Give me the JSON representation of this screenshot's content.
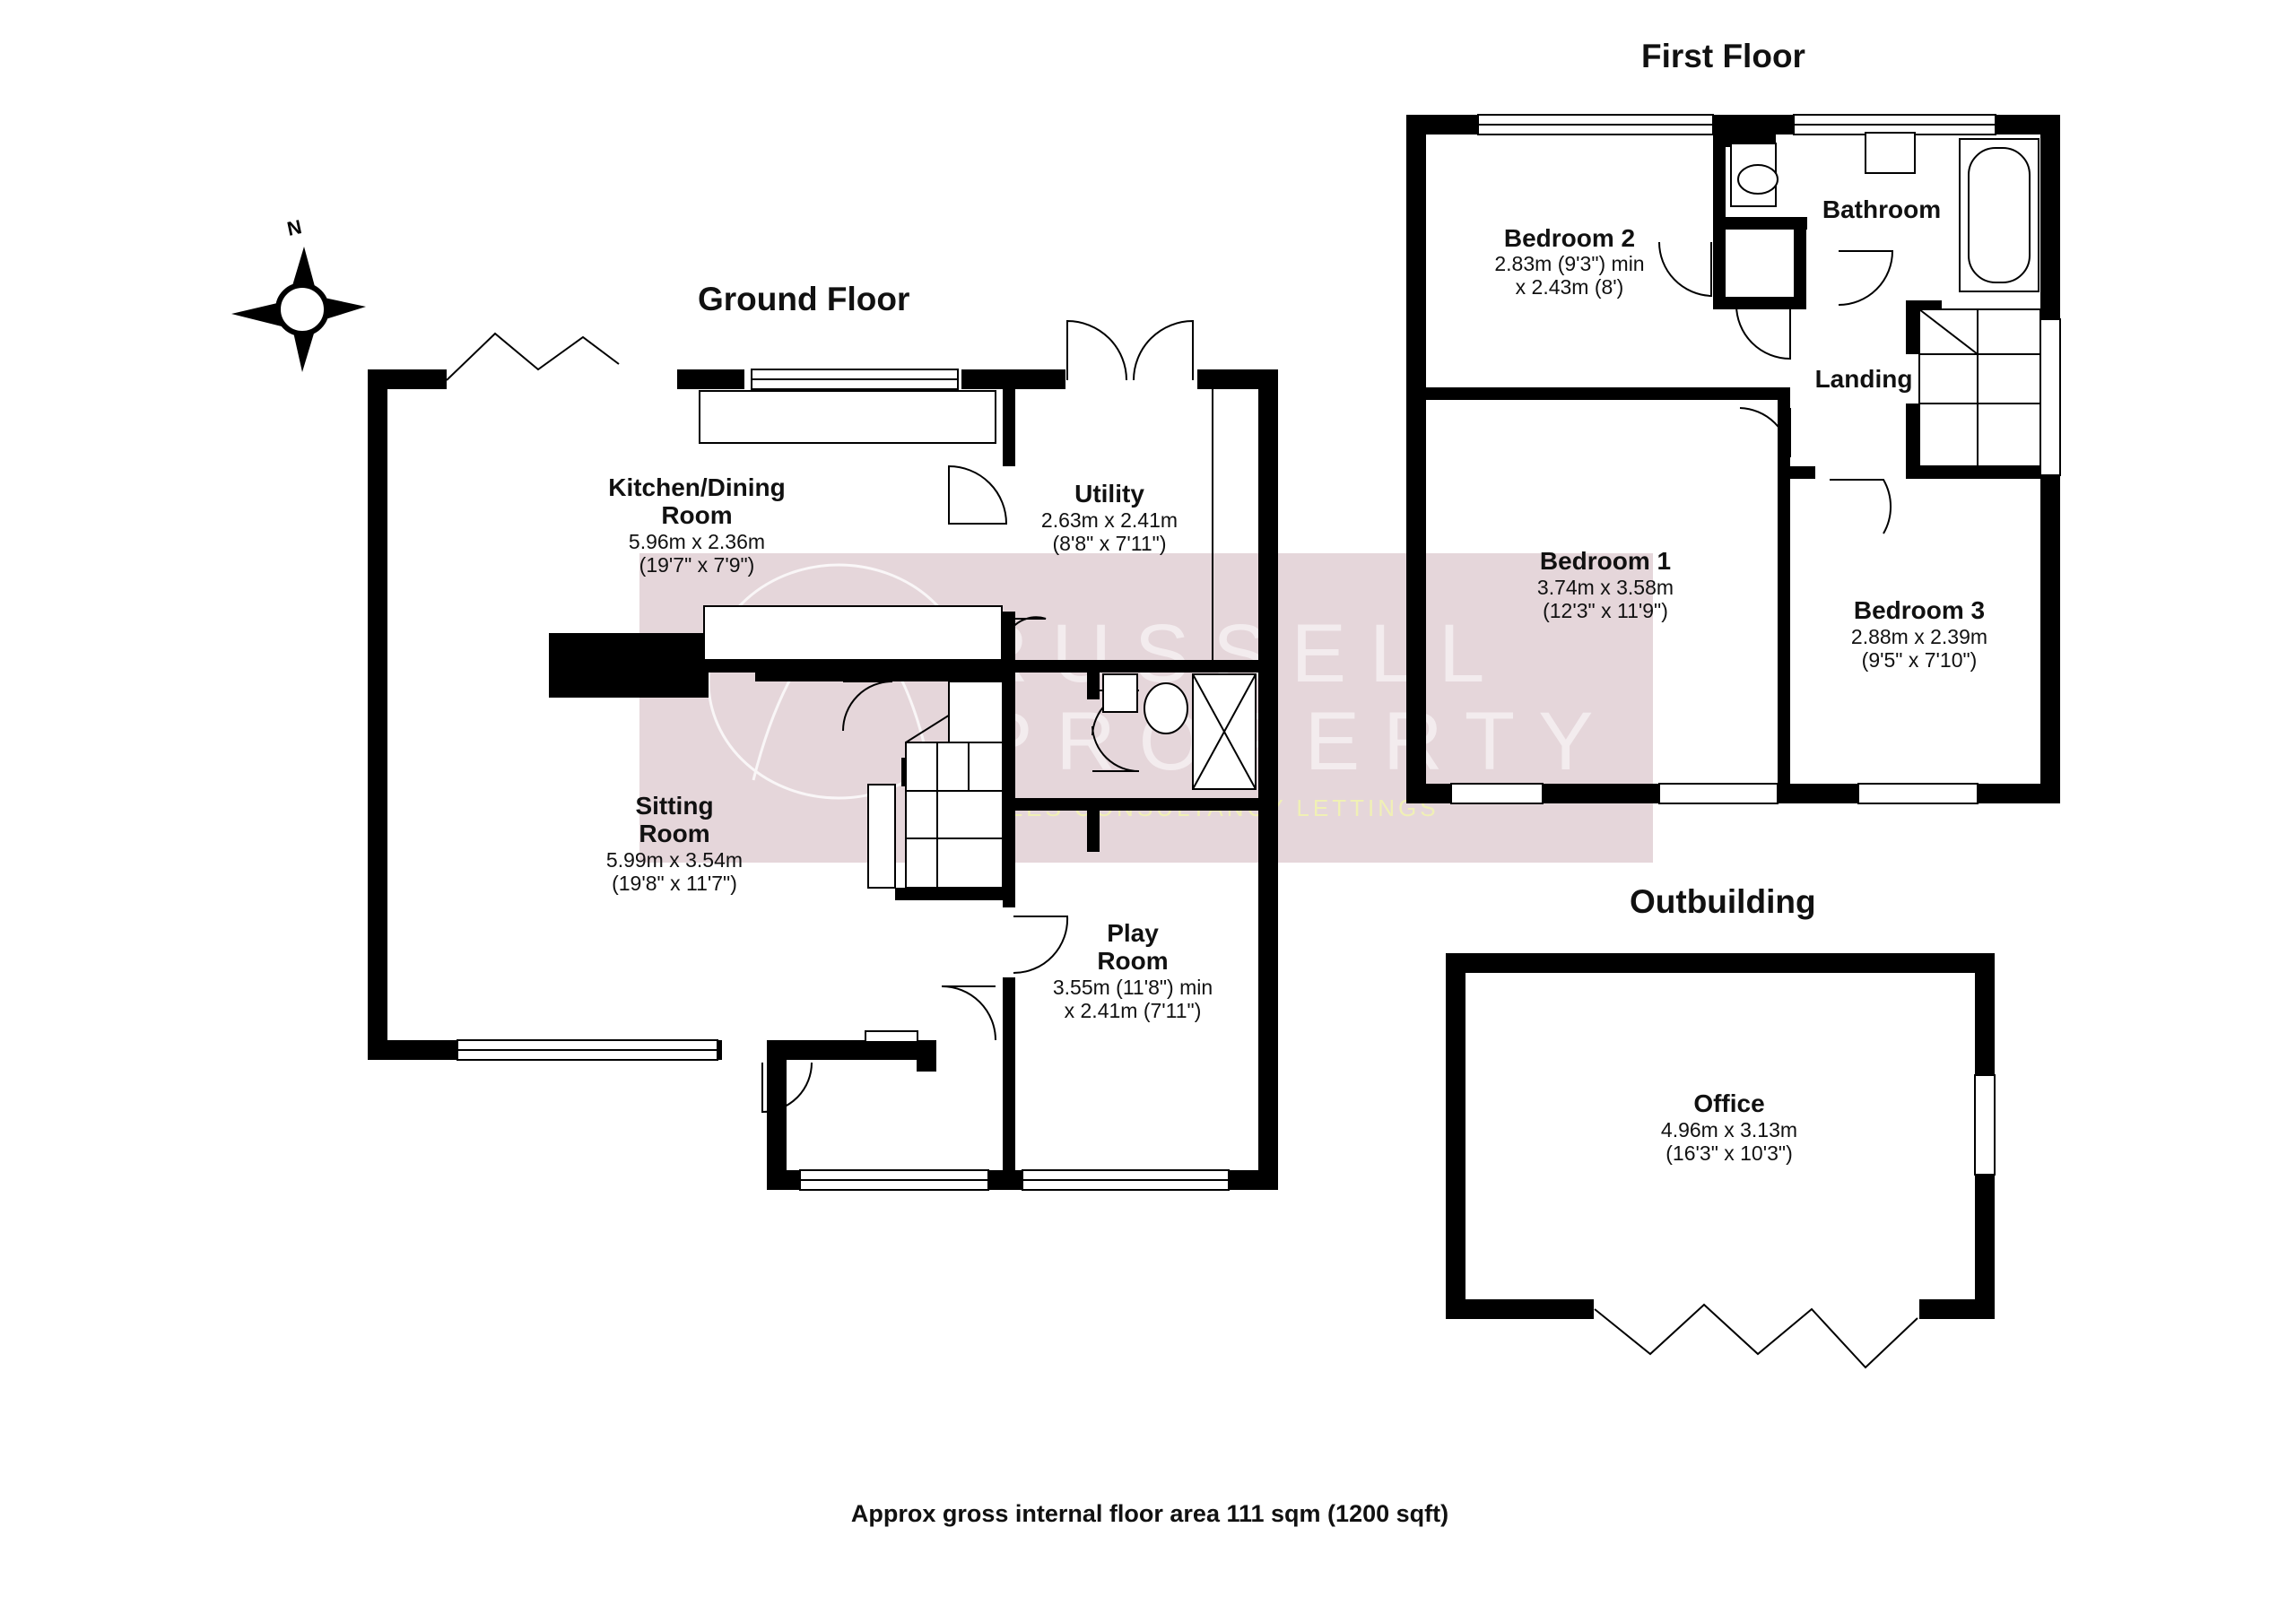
{
  "headings": {
    "ground_floor": "Ground Floor",
    "first_floor": "First Floor",
    "outbuilding": "Outbuilding"
  },
  "compass": {
    "north": "N"
  },
  "rooms": {
    "kitchen": {
      "name_1": "Kitchen/Dining",
      "name_2": "Room",
      "dim_m": "5.96m x 2.36m",
      "dim_ft": "(19'7\" x 7'9\")"
    },
    "utility": {
      "name": "Utility",
      "dim_m": "2.63m x 2.41m",
      "dim_ft": "(8'8\" x 7'11\")"
    },
    "sitting": {
      "name_1": "Sitting",
      "name_2": "Room",
      "dim_m": "5.99m x 3.54m",
      "dim_ft": "(19'8\" x 11'7\")"
    },
    "play": {
      "name_1": "Play",
      "name_2": "Room",
      "dim_m": "3.55m (11'8\") min",
      "dim_ft": "x 2.41m (7'11\")"
    },
    "bedroom2": {
      "name": "Bedroom 2",
      "dim_m": "2.83m (9'3\") min",
      "dim_ft": "x 2.43m (8')"
    },
    "bathroom": {
      "name": "Bathroom"
    },
    "landing": {
      "name": "Landing"
    },
    "bedroom1": {
      "name": "Bedroom 1",
      "dim_m": "3.74m x 3.58m",
      "dim_ft": "(12'3\" x 11'9\")"
    },
    "bedroom3": {
      "name": "Bedroom 3",
      "dim_m": "2.88m x 2.39m",
      "dim_ft": "(9'5\" x 7'10\")"
    },
    "office": {
      "name": "Office",
      "dim_m": "4.96m x 3.13m",
      "dim_ft": "(16'3\" x 10'3\")"
    }
  },
  "watermark": {
    "line1": "RUSSELL",
    "line2": "PROPERTY",
    "tagline": "SALES CONSULTANCY LETTINGS"
  },
  "footer": "Approx gross internal floor area 111 sqm (1200 sqft)",
  "colors": {
    "wall": "#000000",
    "watermark_box": "#e3d3d7",
    "watermark_tagline": "#f2f3b2"
  }
}
